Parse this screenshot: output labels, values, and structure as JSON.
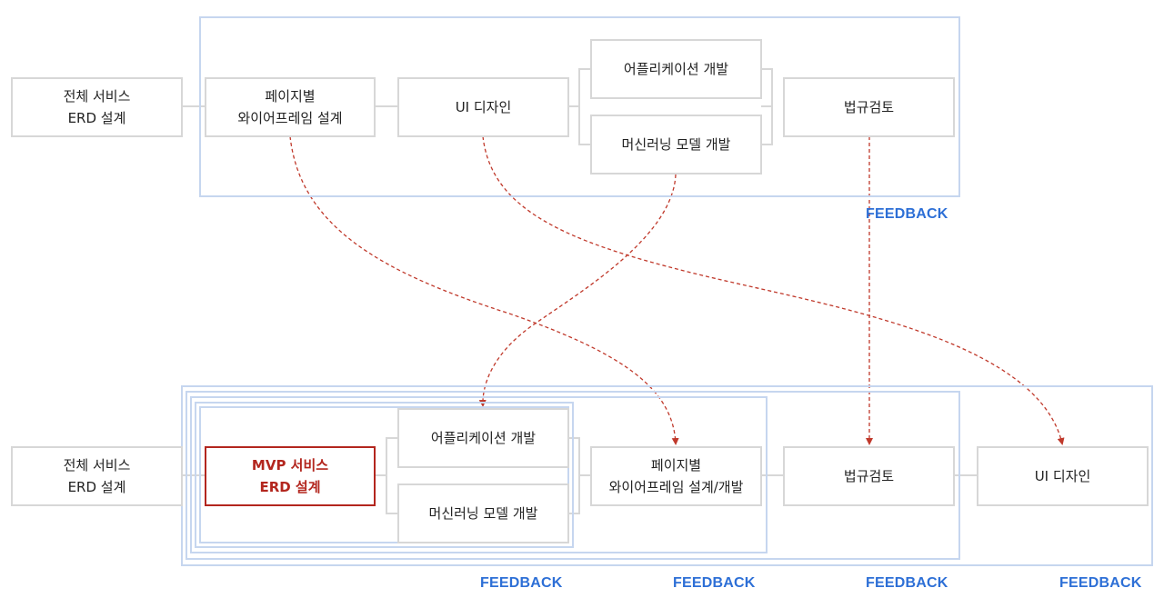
{
  "top": {
    "nodes": {
      "erd": [
        "전체 서비스",
        "ERD 설계"
      ],
      "wireframe": [
        "페이지별",
        "와이어프레임 설계"
      ],
      "ui": [
        "UI 디자인"
      ],
      "app": [
        "어플리케이션 개발"
      ],
      "ml": [
        "머신러닝 모델 개발"
      ],
      "legal": [
        "법규검토"
      ]
    },
    "feedback": "FEEDBACK"
  },
  "bottom": {
    "nodes": {
      "erd": [
        "전체 서비스",
        "ERD 설계"
      ],
      "mvp": [
        "MVP 서비스",
        "ERD 설계"
      ],
      "app": [
        "어플리케이션 개발"
      ],
      "ml": [
        "머신러닝 모델 개발"
      ],
      "wireframe": [
        "페이지별",
        "와이어프레임 설계/개발"
      ],
      "legal": [
        "법규검토"
      ],
      "ui": [
        "UI 디자인"
      ]
    },
    "feedback": [
      "FEEDBACK",
      "FEEDBACK",
      "FEEDBACK",
      "FEEDBACK"
    ]
  },
  "colors": {
    "frame": "#c6d6ef",
    "box_border": "#d7d7d7",
    "connector": "#d7d7d7",
    "arrow": "#c0392b",
    "highlight": "#b3261e",
    "feedback": "#2d6fd6"
  }
}
